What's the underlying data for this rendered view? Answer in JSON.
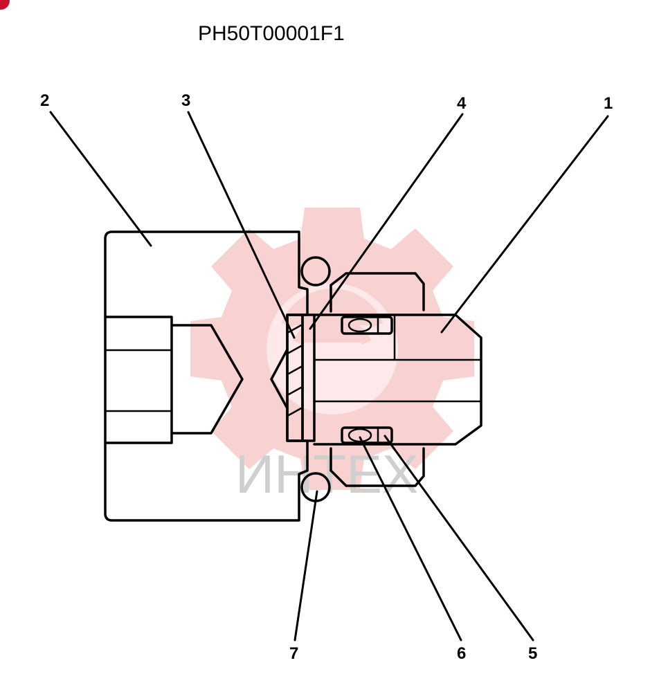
{
  "drawing": {
    "title": "PH50T00001F1",
    "watermark_text": "ИНТЕХ",
    "watermark_color": "#f7c9c9",
    "badge_color": "#c8102e",
    "callouts": [
      {
        "id": "1",
        "label": "1"
      },
      {
        "id": "2",
        "label": "2"
      },
      {
        "id": "3",
        "label": "3"
      },
      {
        "id": "4",
        "label": "4"
      },
      {
        "id": "5",
        "label": "5"
      },
      {
        "id": "6",
        "label": "6"
      },
      {
        "id": "7",
        "label": "7"
      }
    ]
  }
}
